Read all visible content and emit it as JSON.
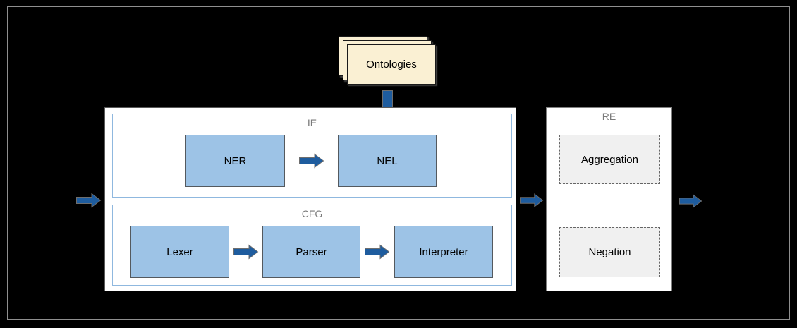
{
  "ontologies": {
    "label": "Ontologies"
  },
  "pipeline": {
    "ie": {
      "title": "IE",
      "nodes": [
        "NER",
        "NEL"
      ]
    },
    "cfg": {
      "title": "CFG",
      "nodes": [
        "Lexer",
        "Parser",
        "Interpreter"
      ]
    },
    "re": {
      "title": "RE",
      "nodes": [
        "Aggregation",
        "Negation"
      ]
    }
  },
  "arrows": [
    {
      "name": "input-arrow",
      "from": "input",
      "to": "ie-cfg-container",
      "direction": "right"
    },
    {
      "name": "ontologies-down-arrow",
      "from": "ontologies",
      "to": "nel",
      "direction": "down"
    },
    {
      "name": "ner-to-nel-arrow",
      "from": "ner",
      "to": "nel",
      "direction": "right"
    },
    {
      "name": "lexer-to-parser-arrow",
      "from": "lexer",
      "to": "parser",
      "direction": "right"
    },
    {
      "name": "parser-to-interpreter-arrow",
      "from": "parser",
      "to": "interpreter",
      "direction": "right"
    },
    {
      "name": "container-to-re-arrow",
      "from": "ie-cfg-container",
      "to": "re",
      "direction": "right"
    },
    {
      "name": "output-arrow",
      "from": "re",
      "to": "output",
      "direction": "right"
    }
  ],
  "colors": {
    "background": "#000000",
    "frame_border": "#8f8f8f",
    "container_fill": "#ffffff",
    "container_border": "#595959",
    "group_border": "#8fb8df",
    "node_fill": "#9dc3e6",
    "node_border": "#54595e",
    "note_fill": "#faf0d3",
    "note_border": "#1a1a1a",
    "dashed_fill": "#f0f0f0",
    "dashed_border": "#666666",
    "arrow_fill": "#1e5c9e",
    "label_gray": "#7a7a7a"
  }
}
